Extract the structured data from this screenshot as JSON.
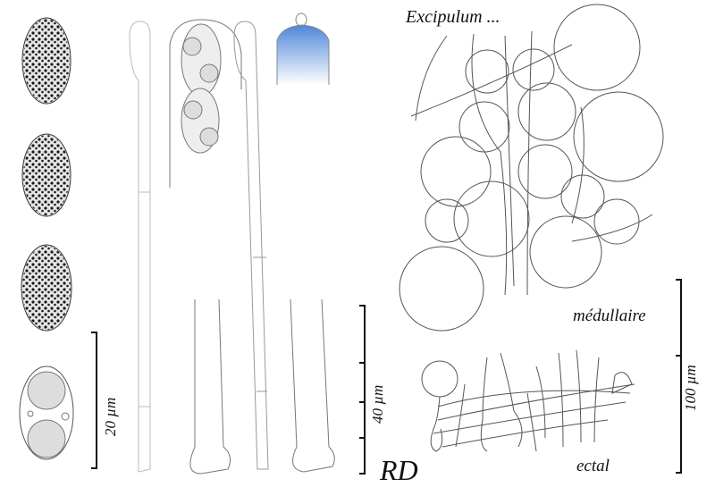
{
  "labels": {
    "title": "Excipulum ...",
    "medullary": "médullaire",
    "ectal": "ectal",
    "scale_spores": "20 µm",
    "scale_asci": "40 µm",
    "scale_excipulum": "100 µm",
    "signature": "RD"
  },
  "colors": {
    "ink": "#333333",
    "spore_dots": "#1a1a1a",
    "apex_stain": "#5b8fd6"
  }
}
